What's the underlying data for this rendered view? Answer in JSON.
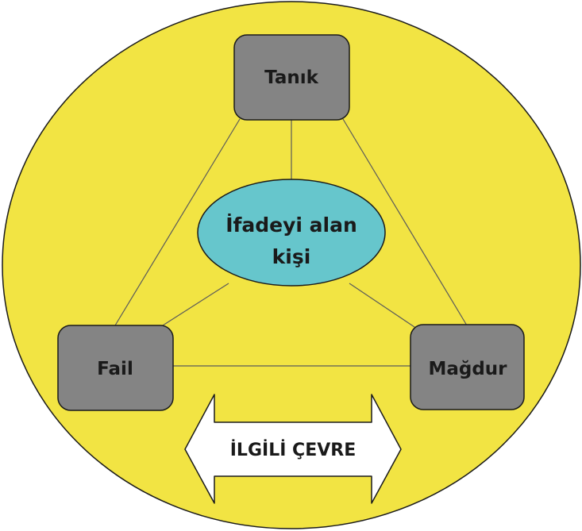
{
  "diagram": {
    "center_label": {
      "line1": "İfadeyi alan",
      "line2": "kişi"
    },
    "nodes": {
      "top": "Tanık",
      "left": "Fail",
      "right": "Mağdur"
    },
    "arrow_label": "İLGİLİ ÇEVRE",
    "colors": {
      "background_circle": "#f2e443",
      "box_fill": "#848484",
      "center_ellipse": "#66c6cc",
      "arrow_fill": "#ffffff",
      "outline": "#1a1a1a"
    }
  }
}
